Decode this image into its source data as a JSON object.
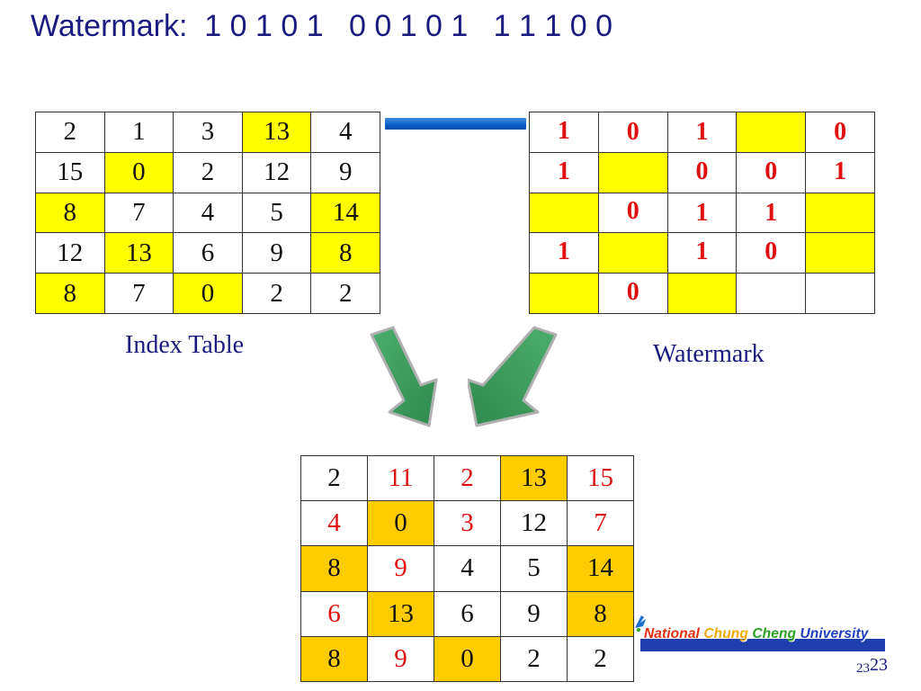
{
  "title": "Watermark:  1 0 1 0 1   0 0 1 0 1   1 1 1 0 0",
  "index_table": {
    "caption": "Index Table",
    "rows": [
      [
        {
          "v": "2"
        },
        {
          "v": "1"
        },
        {
          "v": "3"
        },
        {
          "v": "13",
          "hl": true
        },
        {
          "v": "4"
        }
      ],
      [
        {
          "v": "15"
        },
        {
          "v": "0",
          "hl": true
        },
        {
          "v": "2"
        },
        {
          "v": "12"
        },
        {
          "v": "9"
        }
      ],
      [
        {
          "v": "8",
          "hl": true
        },
        {
          "v": "7"
        },
        {
          "v": "4"
        },
        {
          "v": "5"
        },
        {
          "v": "14",
          "hl": true
        }
      ],
      [
        {
          "v": "12"
        },
        {
          "v": "13",
          "hl": true
        },
        {
          "v": "6"
        },
        {
          "v": "9"
        },
        {
          "v": "8",
          "hl": true
        }
      ],
      [
        {
          "v": "8",
          "hl": true
        },
        {
          "v": "7"
        },
        {
          "v": "0",
          "hl": true
        },
        {
          "v": "2"
        },
        {
          "v": "2"
        }
      ]
    ]
  },
  "watermark_table": {
    "caption": "Watermark",
    "rows": [
      [
        {
          "v": "1"
        },
        {
          "v": "0",
          "lift": true
        },
        {
          "v": "1",
          "lift": true
        },
        {
          "v": "",
          "hl": true
        },
        {
          "v": "0",
          "lift": true
        }
      ],
      [
        {
          "v": "1"
        },
        {
          "v": "",
          "hl": true
        },
        {
          "v": "0"
        },
        {
          "v": "0"
        },
        {
          "v": "1"
        }
      ],
      [
        {
          "v": "",
          "hl": true
        },
        {
          "v": "0"
        },
        {
          "v": "1",
          "lift": true
        },
        {
          "v": "1",
          "lift": true
        },
        {
          "v": "",
          "hl": true
        }
      ],
      [
        {
          "v": "1"
        },
        {
          "v": "",
          "hl": true
        },
        {
          "v": "1"
        },
        {
          "v": "0"
        },
        {
          "v": "",
          "hl": true
        }
      ],
      [
        {
          "v": "",
          "hl": true
        },
        {
          "v": "0"
        },
        {
          "v": "",
          "hl": true
        },
        {
          "v": ""
        },
        {
          "v": ""
        }
      ]
    ]
  },
  "result_table": {
    "rows": [
      [
        {
          "v": "2"
        },
        {
          "v": "11",
          "red": true
        },
        {
          "v": "2",
          "red": true
        },
        {
          "v": "13",
          "hl": true
        },
        {
          "v": "15",
          "red": true
        }
      ],
      [
        {
          "v": "4",
          "red": true
        },
        {
          "v": "0",
          "hl": true
        },
        {
          "v": "3",
          "red": true
        },
        {
          "v": "12"
        },
        {
          "v": "7",
          "red": true
        }
      ],
      [
        {
          "v": "8",
          "hl": true
        },
        {
          "v": "9",
          "red": true
        },
        {
          "v": "4"
        },
        {
          "v": "5"
        },
        {
          "v": "14",
          "hl": true
        }
      ],
      [
        {
          "v": "6",
          "red": true
        },
        {
          "v": "13",
          "hl": true
        },
        {
          "v": "6"
        },
        {
          "v": "9"
        },
        {
          "v": "8",
          "hl": true
        }
      ],
      [
        {
          "v": "8",
          "hl": true
        },
        {
          "v": "9",
          "red": true
        },
        {
          "v": "0",
          "hl": true
        },
        {
          "v": "2"
        },
        {
          "v": "2"
        }
      ]
    ]
  },
  "logo": {
    "words": [
      "National",
      "Chung",
      "Cheng",
      "University"
    ]
  },
  "page_number": {
    "small": "23",
    "big": "23"
  },
  "colors": {
    "title_text": "#1a1a80",
    "highlight_yellow": "#ffff00",
    "highlight_gold": "#ffcc00",
    "watermark_digit_red": "#e01010",
    "connector_blue": "#0b5fc8",
    "arrow_green": "#3c9a5a"
  },
  "icons": {
    "connector": "blue-bar-connector",
    "arrows": "green-down-arrow-icon"
  }
}
